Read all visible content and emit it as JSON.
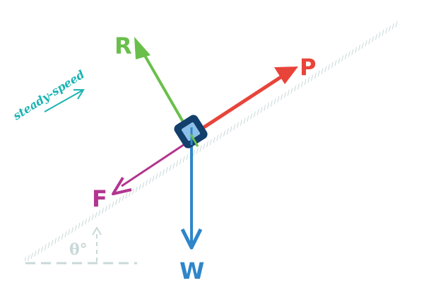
{
  "forces": {
    "R": "R",
    "P": "P",
    "F": "F",
    "W": "W"
  },
  "annotation": "steady-speed",
  "angle_label": "θ°",
  "colors": {
    "R": "#6abf4b",
    "P": "#e8443a",
    "F": "#b2368f",
    "W": "#2f86c9",
    "annotation": "#1bb3b3",
    "slope": "#c9d8d8",
    "angle": "#c9d8d8",
    "block_outer": "#123f6b",
    "block_inner": "#8cc0e8"
  },
  "icons": {
    "annotation_arrow": "arrow-icon",
    "block": "block-icon"
  }
}
